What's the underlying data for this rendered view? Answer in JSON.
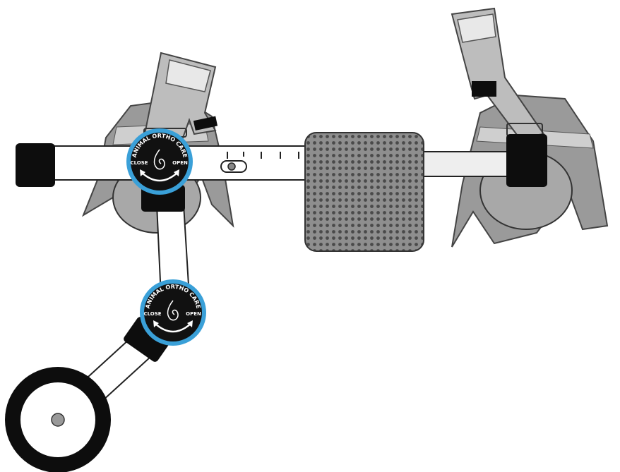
{
  "dials": [
    {
      "brand": "ANIMAL ORTHO CARE",
      "close_label": "CLOSE",
      "open_label": "OPEN"
    },
    {
      "brand": "ANIMAL ORTHO CARE",
      "close_label": "CLOSE",
      "open_label": "OPEN"
    }
  ],
  "colors": {
    "dial_ring": "#3aa0d8",
    "dial_face": "#111111",
    "cuff": "#9a9a9a",
    "cuff_light": "#c8c8c8",
    "pad": "#8c8c8c",
    "black_parts": "#0d0d0d"
  }
}
